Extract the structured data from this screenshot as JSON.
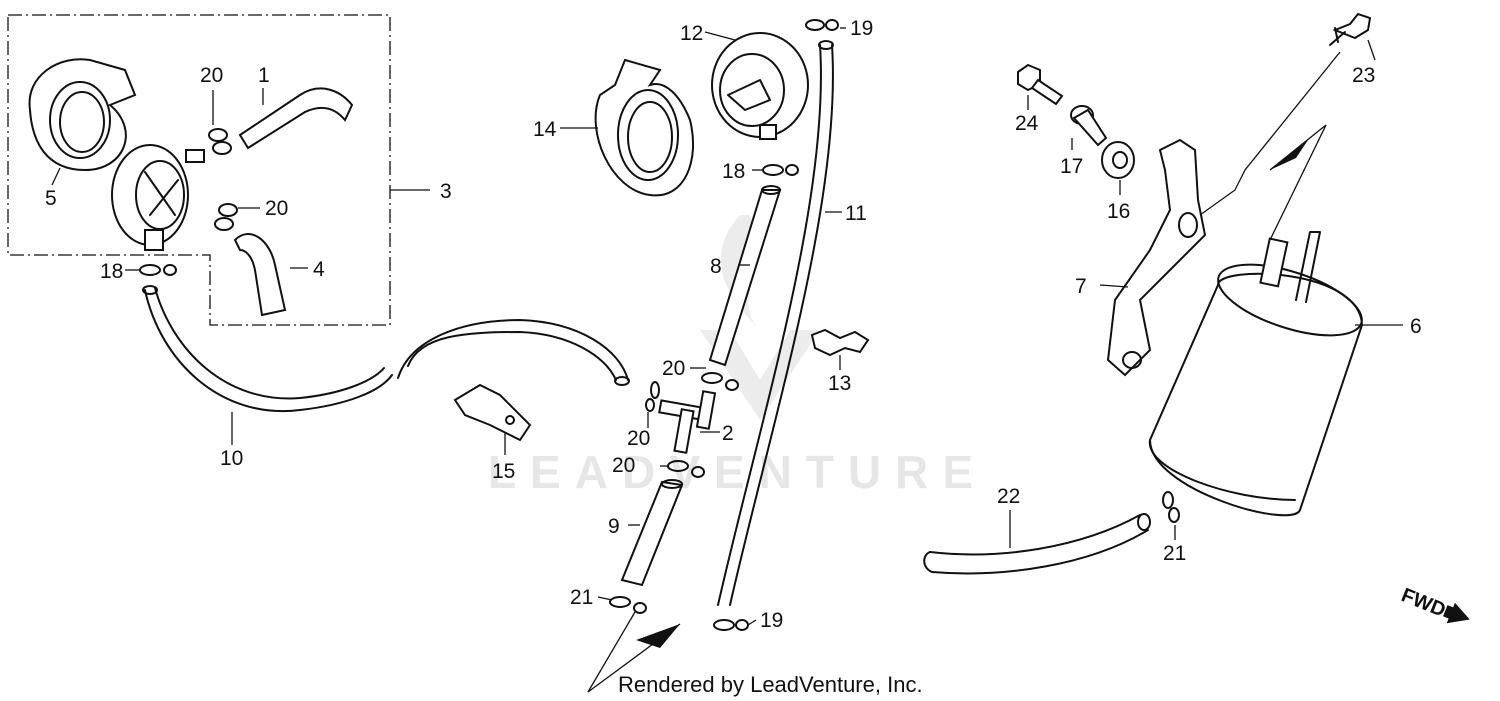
{
  "watermark": {
    "text": "LEADVENTURE"
  },
  "credit": "Rendered by LeadVenture, Inc.",
  "fwd_label": "FWD",
  "callouts": [
    {
      "id": "c1",
      "num": "1"
    },
    {
      "id": "c2",
      "num": "2"
    },
    {
      "id": "c3",
      "num": "3"
    },
    {
      "id": "c4",
      "num": "4"
    },
    {
      "id": "c5",
      "num": "5"
    },
    {
      "id": "c6",
      "num": "6"
    },
    {
      "id": "c7",
      "num": "7"
    },
    {
      "id": "c8",
      "num": "8"
    },
    {
      "id": "c9",
      "num": "9"
    },
    {
      "id": "c10",
      "num": "10"
    },
    {
      "id": "c11",
      "num": "11"
    },
    {
      "id": "c12",
      "num": "12"
    },
    {
      "id": "c13",
      "num": "13"
    },
    {
      "id": "c14",
      "num": "14"
    },
    {
      "id": "c15",
      "num": "15"
    },
    {
      "id": "c16",
      "num": "16"
    },
    {
      "id": "c17",
      "num": "17"
    },
    {
      "id": "c18a",
      "num": "18"
    },
    {
      "id": "c18b",
      "num": "18"
    },
    {
      "id": "c19a",
      "num": "19"
    },
    {
      "id": "c19b",
      "num": "19"
    },
    {
      "id": "c20a",
      "num": "20"
    },
    {
      "id": "c20b",
      "num": "20"
    },
    {
      "id": "c20c",
      "num": "20"
    },
    {
      "id": "c20d",
      "num": "20"
    },
    {
      "id": "c20e",
      "num": "20"
    },
    {
      "id": "c21a",
      "num": "21"
    },
    {
      "id": "c21b",
      "num": "21"
    },
    {
      "id": "c22",
      "num": "22"
    },
    {
      "id": "c23",
      "num": "23"
    },
    {
      "id": "c24",
      "num": "24"
    }
  ]
}
